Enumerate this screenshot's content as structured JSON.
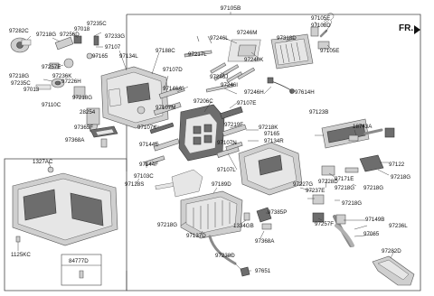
{
  "diagram": {
    "title": "97105B",
    "direction": "FR.",
    "callouts": {
      "p97282C": "97282C",
      "p97218G_a": "97218G",
      "p97256D": "97256D",
      "p97018": "97018",
      "p97235C_a": "97235C",
      "p97233G": "97233G",
      "p97107_a": "97107",
      "p97257E": "97257E",
      "p97236K": "97236K",
      "p97226H": "97226H",
      "p97218G_b": "97218G",
      "p97235C_b": "97235C",
      "p97013": "97013",
      "p97218G_c": "97218G",
      "p97110C": "97110C",
      "p28254": "28254",
      "p97365F": "97365F",
      "p97368A_a": "97368A",
      "p97165": "97165",
      "p97134L": "97134L",
      "p97188C": "97188C",
      "p97217L": "97217L",
      "p97107D": "97107D",
      "p97146A": "97146A",
      "p97107M": "97107M",
      "p97107K": "97107K",
      "p97144E": "97144E",
      "p97144F": "97144F",
      "p97103C": "97103C",
      "p97128S": "97128S",
      "p97206C": "97206C",
      "p97107E": "97107E",
      "p97219F": "97219F",
      "p97107N": "97107N",
      "p97107L": "97107L",
      "p97218K": "97218K",
      "p97165_b": "97165",
      "p97134R": "97134R",
      "p97246L": "97246L",
      "p97246M": "97246M",
      "p97246K": "97246K",
      "p97246J": "97246J",
      "p97246I": "97246I",
      "p97246H": "97246H",
      "p97318D": "97318D",
      "p97108D": "97108D",
      "p97105F": "97105F",
      "p97105E": "97105E",
      "p97614H": "97614H",
      "p97123B": "97123B",
      "p18743A": "18743A",
      "p97122": "97122",
      "p97218G_d": "97218G",
      "p97171E": "97171E",
      "p97227G": "97227G",
      "p97237E": "97237E",
      "p97228D": "97228D",
      "p97218G_e": "97218G",
      "p97218G_f": "97218G",
      "p97218G_g": "97218G",
      "p97257F": "97257F",
      "p97149B": "97149B",
      "p97236L": "97236L",
      "p97065": "97065",
      "p97282D": "97282D",
      "p97189D": "97189D",
      "p97218G_h": "97218G",
      "p97137D": "97137D",
      "p1334GB": "1334GB",
      "p97385P": "97385P",
      "p97368A_b": "97368A",
      "p97238D": "97238D",
      "p97651": "97651",
      "p1327AC": "1327AC",
      "p1125KC": "1125KC",
      "p84777D": "84777D"
    }
  }
}
